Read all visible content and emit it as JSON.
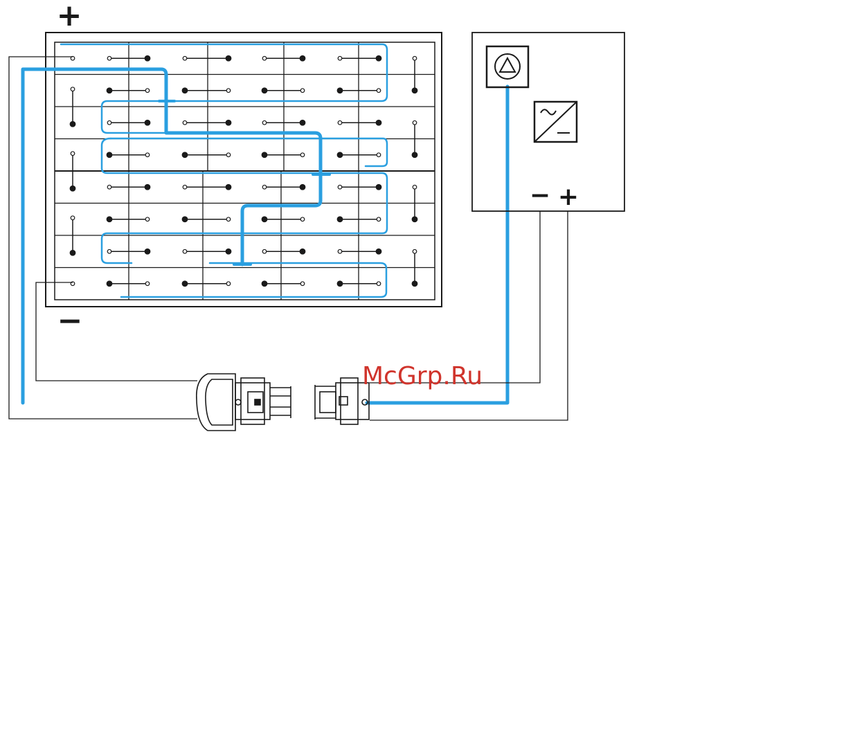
{
  "battery": {
    "plus_label": "+",
    "minus_label": "−",
    "rows": 8,
    "cells_per_row": 6
  },
  "charger": {
    "minus_label": "−",
    "plus_label": "+",
    "indicator_icon": "triangle-warning-icon",
    "converter_icon": "ac-dc-converter-icon"
  },
  "colors": {
    "wire_blue": "#2a9fe0",
    "line_dark": "#1a1a1a",
    "watermark": "#d0342c"
  },
  "watermark": {
    "text": "McGrp.Ru"
  }
}
